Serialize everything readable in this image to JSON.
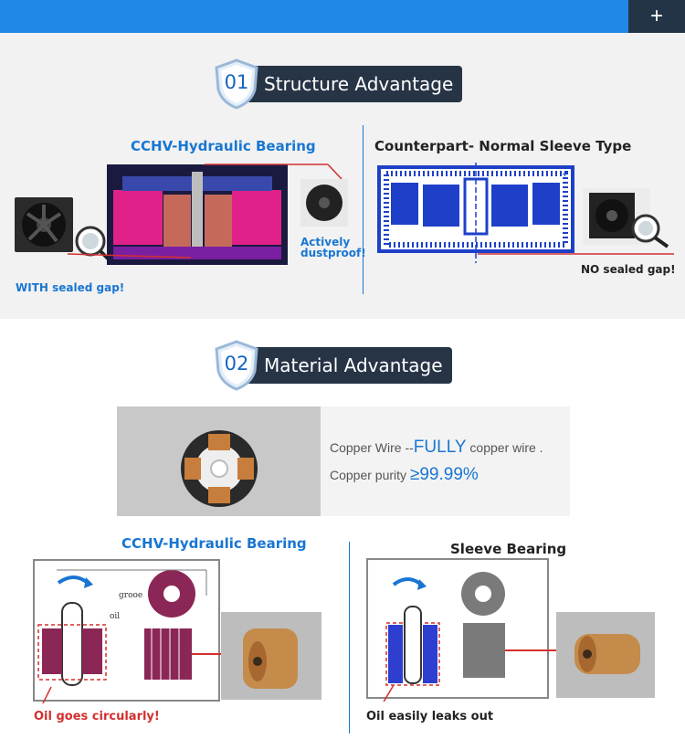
{
  "topbar": {
    "plus_label": "+"
  },
  "section1": {
    "badge_number": "01",
    "badge_label": "Structure Advantage",
    "left_title": "CCHV-Hydraulic Bearing",
    "left_note_sealed": "WITH sealed gap!",
    "left_note_dust_1": "Actively",
    "left_note_dust_2": "dustproof!",
    "right_title": "Counterpart- Normal Sleeve Type",
    "right_note": "NO sealed gap!"
  },
  "section2": {
    "badge_number": "02",
    "badge_label": "Material Advantage",
    "copper_prefix": "Copper Wire --",
    "copper_highlight": "FULLY",
    "copper_suffix": " copper wire .",
    "purity_prefix": "Copper purity ",
    "purity_value": "≥99.99%",
    "left_title": "CCHV-Hydraulic Bearing",
    "left_label_groove": "grooe",
    "left_label_oil": "oil",
    "left_note": "Oil goes circularly!",
    "right_title": "Sleeve Bearing",
    "right_note": "Oil easily leaks out"
  },
  "colors": {
    "accent": "#1e88e5",
    "dark": "#263446",
    "red": "#d32f2f",
    "copper": "#b8864a",
    "pink": "#e0218a"
  }
}
